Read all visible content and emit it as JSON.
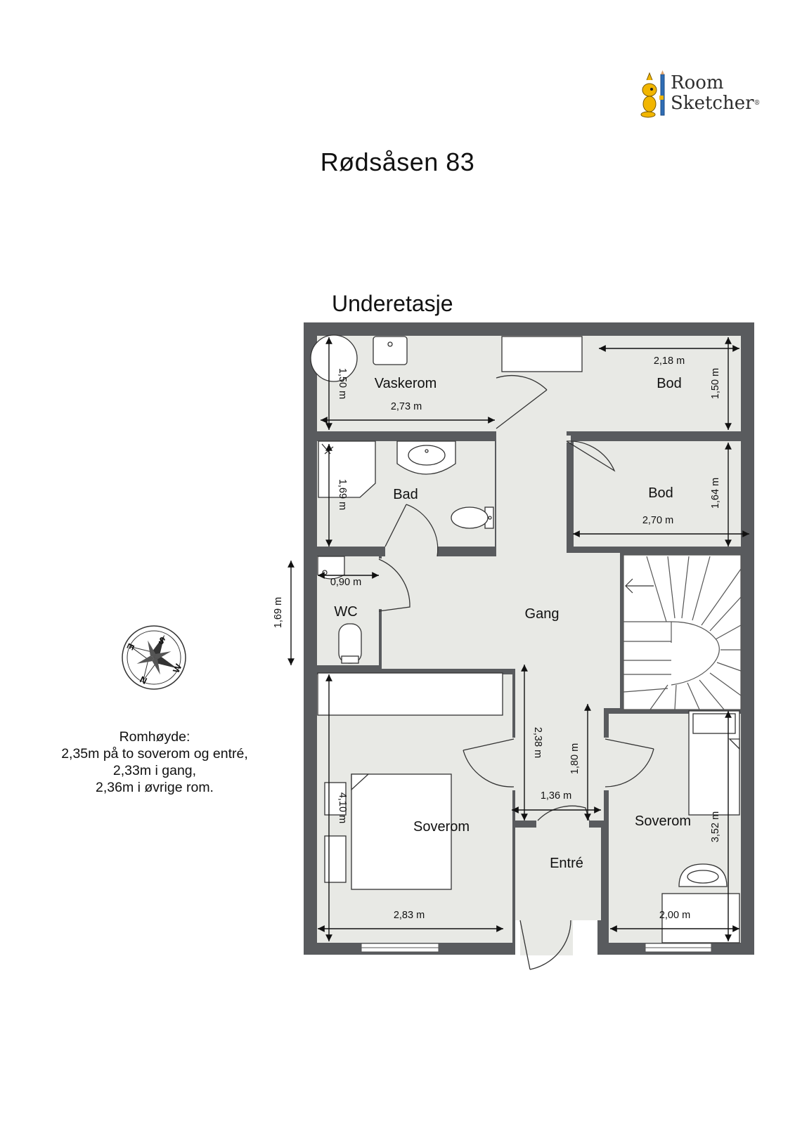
{
  "title": "Rødsåsen 83",
  "floor_label": "Underetasje",
  "logo": {
    "line1": "Room",
    "line2": "Sketcher",
    "reg": "®"
  },
  "room_height": {
    "heading": "Romhøyde:",
    "lines": [
      "2,35m på to soverom og entré,",
      "2,33m i gang,",
      "2,36m i øvrige rom."
    ]
  },
  "rooms": {
    "vaskerom": "Vaskerom",
    "bod1": "Bod",
    "bod2": "Bod",
    "bad": "Bad",
    "wc": "WC",
    "gang": "Gang",
    "soverom1": "Soverom",
    "soverom2": "Soverom",
    "entre": "Entré"
  },
  "dimensions": {
    "vaskerom_h": "1,50 m",
    "vaskerom_w": "2,73 m",
    "bod1_w": "2,18 m",
    "bod1_h": "1,50 m",
    "bad_h": "1,69 m",
    "bod2_w": "2,70 m",
    "bod2_h": "1,64 m",
    "wc_w": "0,90 m",
    "wc_h": "1,69 m",
    "gang_h1": "2,38 m",
    "gang_h2": "1,80 m",
    "gang_w": "1,36 m",
    "soverom1_h": "4,10 m",
    "soverom1_w": "2,83 m",
    "soverom2_h": "3,52 m",
    "soverom2_w": "2,00 m"
  },
  "compass": {
    "n": "N",
    "s": "S",
    "e": "E",
    "w": "W"
  },
  "colors": {
    "wall": "#595b5e",
    "floor": "#e8e9e5",
    "line": "#111111",
    "logo_yellow": "#f2b600",
    "logo_blue": "#2f6db5"
  }
}
